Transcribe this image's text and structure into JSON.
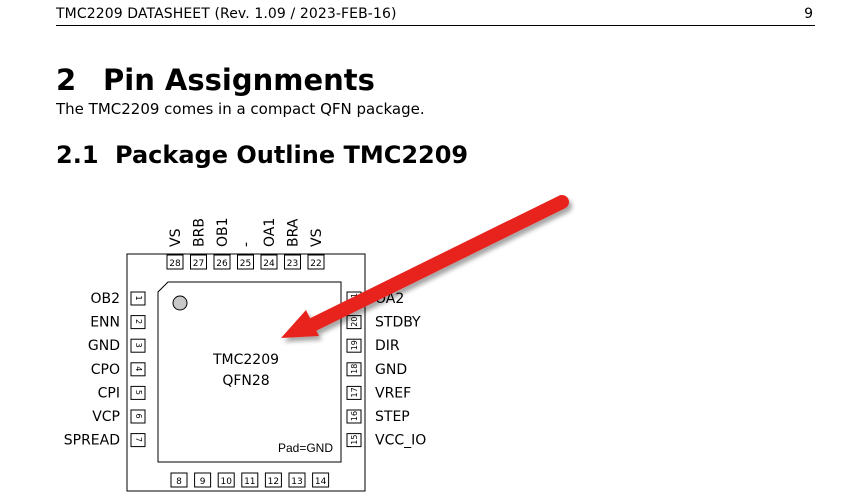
{
  "header": {
    "title": "TMC2209 DATASHEET (Rev. 1.09 / 2023-FEB-16)",
    "page": "9"
  },
  "section": {
    "number": "2",
    "title": "Pin Assignments",
    "intro": "The TMC2209 comes in a compact QFN package."
  },
  "subsection": {
    "number": "2.1",
    "title": "Package Outline TMC2209"
  },
  "package": {
    "name": "TMC2209",
    "package": "QFN28",
    "pad_label": "Pad=GND",
    "top_pins": [
      {
        "num": "28",
        "name": "VS"
      },
      {
        "num": "27",
        "name": "BRB"
      },
      {
        "num": "26",
        "name": "OB1"
      },
      {
        "num": "25",
        "name": "-"
      },
      {
        "num": "24",
        "name": "OA1"
      },
      {
        "num": "23",
        "name": "BRA"
      },
      {
        "num": "22",
        "name": "VS"
      }
    ],
    "left_pins": [
      {
        "num": "1",
        "name": "OB2"
      },
      {
        "num": "2",
        "name": "ENN"
      },
      {
        "num": "3",
        "name": "GND"
      },
      {
        "num": "4",
        "name": "CPO"
      },
      {
        "num": "5",
        "name": "CPI"
      },
      {
        "num": "6",
        "name": "VCP"
      },
      {
        "num": "7",
        "name": "SPREAD"
      }
    ],
    "right_pins": [
      {
        "num": "21",
        "name": "OA2"
      },
      {
        "num": "20",
        "name": "STDBY"
      },
      {
        "num": "19",
        "name": "DIR"
      },
      {
        "num": "18",
        "name": "GND"
      },
      {
        "num": "17",
        "name": "VREF"
      },
      {
        "num": "16",
        "name": "STEP"
      },
      {
        "num": "15",
        "name": "VCC_IO"
      }
    ],
    "bottom_pins": [
      {
        "num": "8"
      },
      {
        "num": "9"
      },
      {
        "num": "10"
      },
      {
        "num": "11"
      },
      {
        "num": "12"
      },
      {
        "num": "13"
      },
      {
        "num": "14"
      }
    ]
  },
  "annotation": {
    "arrow_color": "#e8211c"
  }
}
